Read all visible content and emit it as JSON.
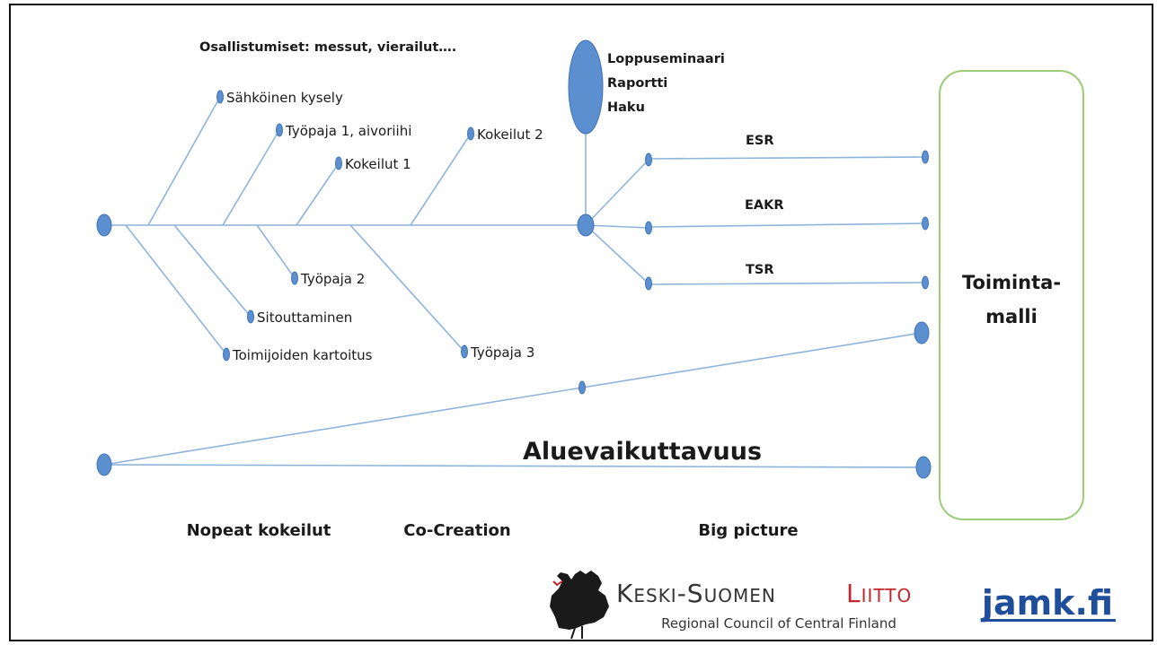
{
  "diagram": {
    "top_label": "Osallistumiset: messut, vierailut….",
    "branches_top": [
      "Sähköinen kysely",
      "Työpaja 1, aivoriihi",
      "Kokeilut 1",
      "Kokeilut 2"
    ],
    "branches_bottom": [
      "Työpaja 2",
      "Sitouttaminen",
      "Toimijoiden kartoitus",
      "Työpaja 3"
    ],
    "milestone": [
      "Loppuseminaari",
      "Raportti",
      "Haku"
    ],
    "funds": [
      "ESR",
      "EAKR",
      "TSR"
    ],
    "toimintamalli": [
      "Toiminta-",
      "malli"
    ],
    "aluevaikuttavuus": "Aluevaikuttavuus",
    "phases": [
      "Nopeat kokeilut",
      "Co-Creation",
      "Big picture"
    ]
  },
  "logos": {
    "keski_suomen_part1": "Keski-Suomen",
    "keski_suomen_part2": "Liitto",
    "keski_suomen_sub": "Regional Council of Central Finland",
    "jamk": "jamk.fi"
  },
  "colors": {
    "line": "#8fb4dc",
    "dot": "#5b8fcf",
    "box_border": "#9ccc7a",
    "liitto_red": "#c0282d",
    "jamk_blue": "#1f4e9b"
  }
}
